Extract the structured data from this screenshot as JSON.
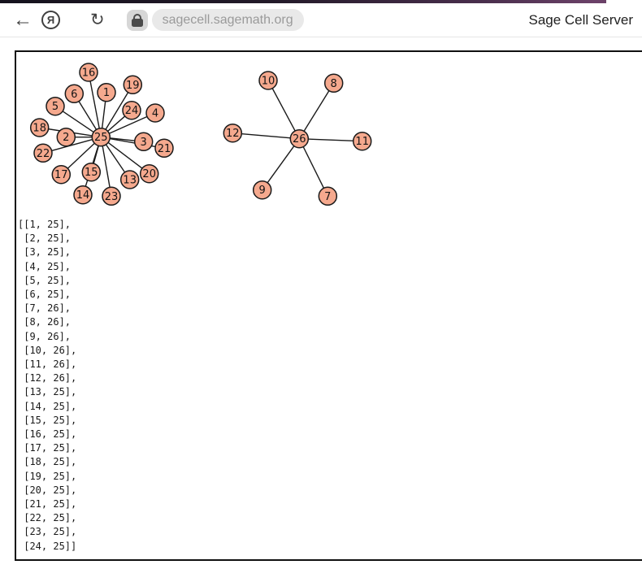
{
  "browser": {
    "icons": {
      "back": "←",
      "yandex": "Я",
      "reload": "↻"
    },
    "url": "sagecell.sagemath.org",
    "page_title": "Sage Cell Server",
    "top_strip_colors": [
      "#15121d",
      "#6b4168"
    ]
  },
  "output": {
    "edge_list": [
      [
        1,
        25
      ],
      [
        2,
        25
      ],
      [
        3,
        25
      ],
      [
        4,
        25
      ],
      [
        5,
        25
      ],
      [
        6,
        25
      ],
      [
        7,
        26
      ],
      [
        8,
        26
      ],
      [
        9,
        26
      ],
      [
        10,
        26
      ],
      [
        11,
        26
      ],
      [
        12,
        26
      ],
      [
        13,
        25
      ],
      [
        14,
        25
      ],
      [
        15,
        25
      ],
      [
        16,
        25
      ],
      [
        17,
        25
      ],
      [
        18,
        25
      ],
      [
        19,
        25
      ],
      [
        20,
        25
      ],
      [
        21,
        25
      ],
      [
        22,
        25
      ],
      [
        23,
        25
      ],
      [
        24,
        25
      ]
    ]
  },
  "chart_data": {
    "type": "graph",
    "description": "Two star graphs: hub vertex 25 joined to vertices 1-6 and 13-24; hub vertex 26 joined to vertices 7-12",
    "node_fill": "#f5a98e",
    "node_stroke": "#1a1a1a",
    "edge_color": "#1a1a1a",
    "node_radius": 11,
    "positions": {
      "1": [
        131,
        113.7
      ],
      "2": [
        81.3,
        168.7
      ],
      "3": [
        176.7,
        174.3
      ],
      "4": [
        191,
        139
      ],
      "5": [
        68,
        130.7
      ],
      "6": [
        91.3,
        115.3
      ],
      "7": [
        403.3,
        241.3
      ],
      "8": [
        410.7,
        102.3
      ],
      "9": [
        322.7,
        233.7
      ],
      "10": [
        330,
        99
      ],
      "11": [
        445.7,
        173.7
      ],
      "12": [
        286.3,
        163.7
      ],
      "13": [
        159.7,
        221
      ],
      "14": [
        102,
        239.7
      ],
      "15": [
        112.3,
        211.7
      ],
      "16": [
        109,
        89
      ],
      "17": [
        75.3,
        214.7
      ],
      "18": [
        48.7,
        157
      ],
      "19": [
        163.3,
        104.3
      ],
      "20": [
        183.7,
        213.7
      ],
      "21": [
        202,
        182.3
      ],
      "22": [
        53,
        188.3
      ],
      "23": [
        137,
        241.3
      ],
      "24": [
        162,
        135.7
      ],
      "25": [
        124.3,
        168.7
      ],
      "26": [
        368.3,
        170.7
      ]
    },
    "edges": [
      [
        1,
        25
      ],
      [
        2,
        25
      ],
      [
        3,
        25
      ],
      [
        4,
        25
      ],
      [
        5,
        25
      ],
      [
        6,
        25
      ],
      [
        7,
        26
      ],
      [
        8,
        26
      ],
      [
        9,
        26
      ],
      [
        10,
        26
      ],
      [
        11,
        26
      ],
      [
        12,
        26
      ],
      [
        13,
        25
      ],
      [
        14,
        25
      ],
      [
        15,
        25
      ],
      [
        16,
        25
      ],
      [
        17,
        25
      ],
      [
        18,
        25
      ],
      [
        19,
        25
      ],
      [
        20,
        25
      ],
      [
        21,
        25
      ],
      [
        22,
        25
      ],
      [
        23,
        25
      ],
      [
        24,
        25
      ]
    ]
  }
}
